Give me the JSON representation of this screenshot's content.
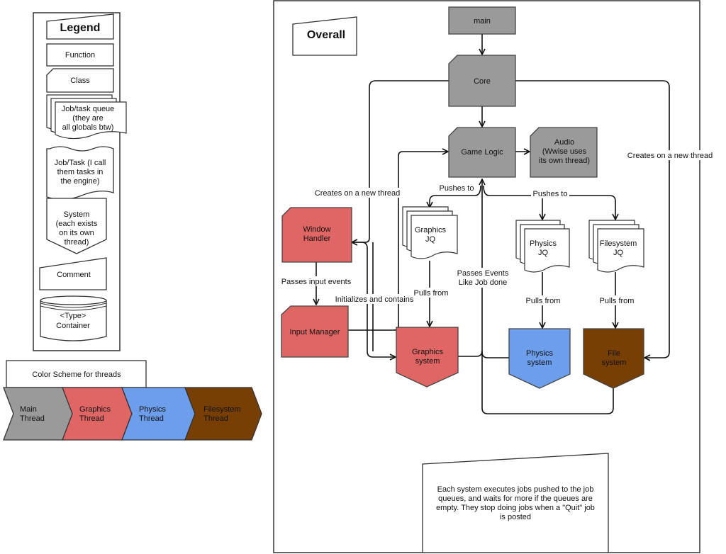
{
  "legend": {
    "title": "Legend",
    "function_label": "Function",
    "class_label": "Class",
    "queue_label": [
      "Job/task queue",
      "(they are",
      "all globals btw)"
    ],
    "task_label": [
      "Job/Task (I call",
      "them tasks in",
      "the engine)"
    ],
    "system_label": [
      "System",
      "(each exists",
      "on its own",
      "thread)"
    ],
    "comment_label": "Comment",
    "container_label": [
      "<Type>",
      "Container"
    ]
  },
  "color_scheme": {
    "title": "Color Scheme for threads",
    "threads": [
      {
        "label": [
          "Main",
          "Thread"
        ],
        "color": "#9a9a9a"
      },
      {
        "label": [
          "Graphics",
          "Thread"
        ],
        "color": "#e06666"
      },
      {
        "label": [
          "Physics",
          "Thread"
        ],
        "color": "#6d9eeb"
      },
      {
        "label": [
          "Filesystem",
          "Thread"
        ],
        "color": "#783f04"
      }
    ]
  },
  "overall": {
    "title": "Overall",
    "nodes": {
      "main": "main",
      "core": "Core",
      "game_logic": "Game Logic",
      "audio": [
        "Audio",
        "(Wwise uses",
        "its own thread)"
      ],
      "window_handler": [
        "Window",
        "Handler"
      ],
      "input_manager": "Input Manager",
      "graphics_jq": [
        "Graphics",
        "JQ"
      ],
      "physics_jq": [
        "Physics",
        "JQ"
      ],
      "filesystem_jq": [
        "Filesystem",
        "JQ"
      ],
      "graphics_system": [
        "Graphics",
        "system"
      ],
      "physics_system": [
        "Physics",
        "system"
      ],
      "file_system": [
        "File",
        "system"
      ]
    },
    "edges": {
      "creates_new_thread_left": "Creates on a new thread",
      "creates_new_thread_right": "Creates on a new thread",
      "pushes_to_graphics": "Pushes to",
      "pushes_to_physics_fs": "Pushes to",
      "passes_input_events": "Passes input events",
      "initializes_and_contains": "Initializes and contains",
      "pulls_from_graphics": "Pulls from",
      "pulls_from_physics": "Pulls from",
      "pulls_from_file": "Pulls from",
      "passes_events": [
        "Passes Events",
        "Like Job done"
      ]
    },
    "comment": [
      "Each system  executes jobs  pushed to the job",
      "queues,  and waits for more if the queues are",
      "empty. They stop doing jobs when a \"Quit\" job",
      "is posted"
    ]
  },
  "colors": {
    "main_thread": "#9a9a9a",
    "graphics_thread": "#e06666",
    "physics_thread": "#6d9eeb",
    "filesystem_thread": "#783f04"
  }
}
